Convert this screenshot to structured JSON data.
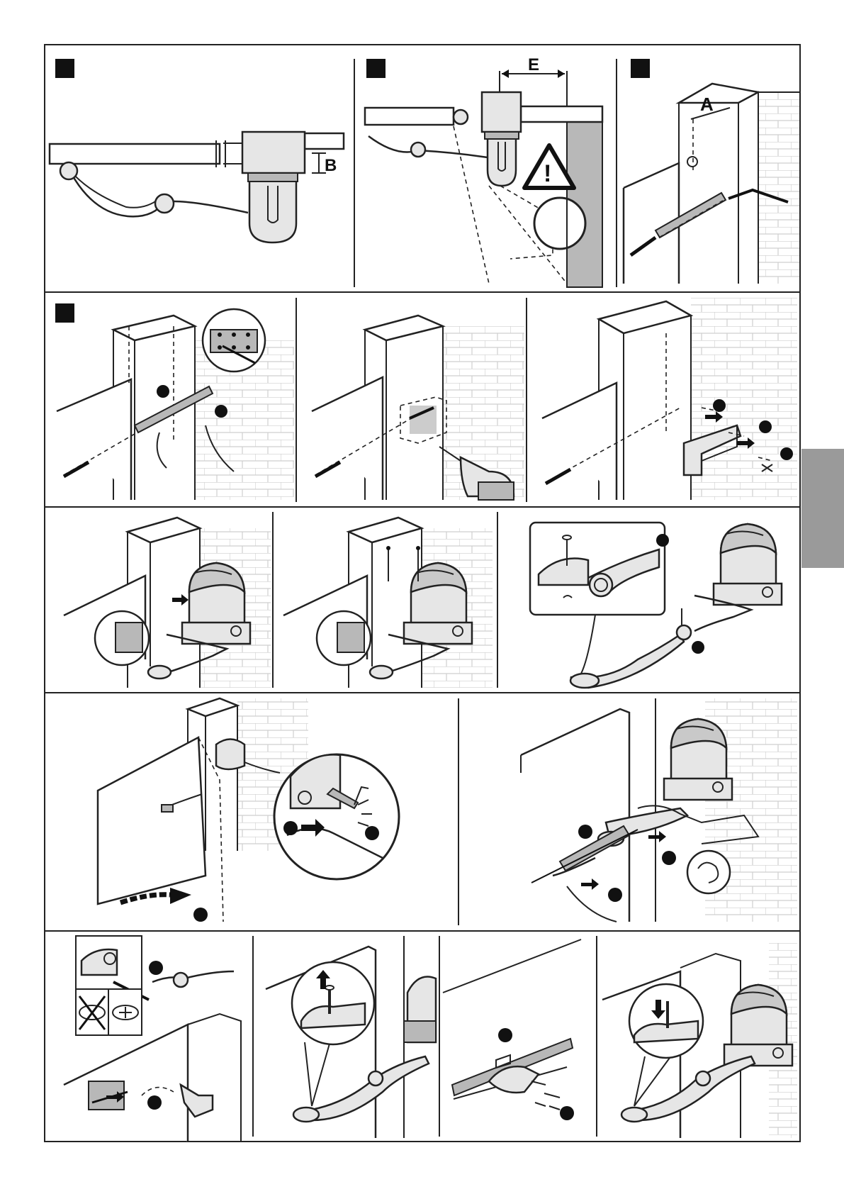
{
  "labels": {
    "b": "B",
    "e": "E",
    "a": "A",
    "warning": "!"
  },
  "colors": {
    "line": "#222222",
    "panel_fill": "#e6e6e6",
    "wall_grey": "#b8b8b8",
    "tab_grey": "#9a9a9a"
  }
}
